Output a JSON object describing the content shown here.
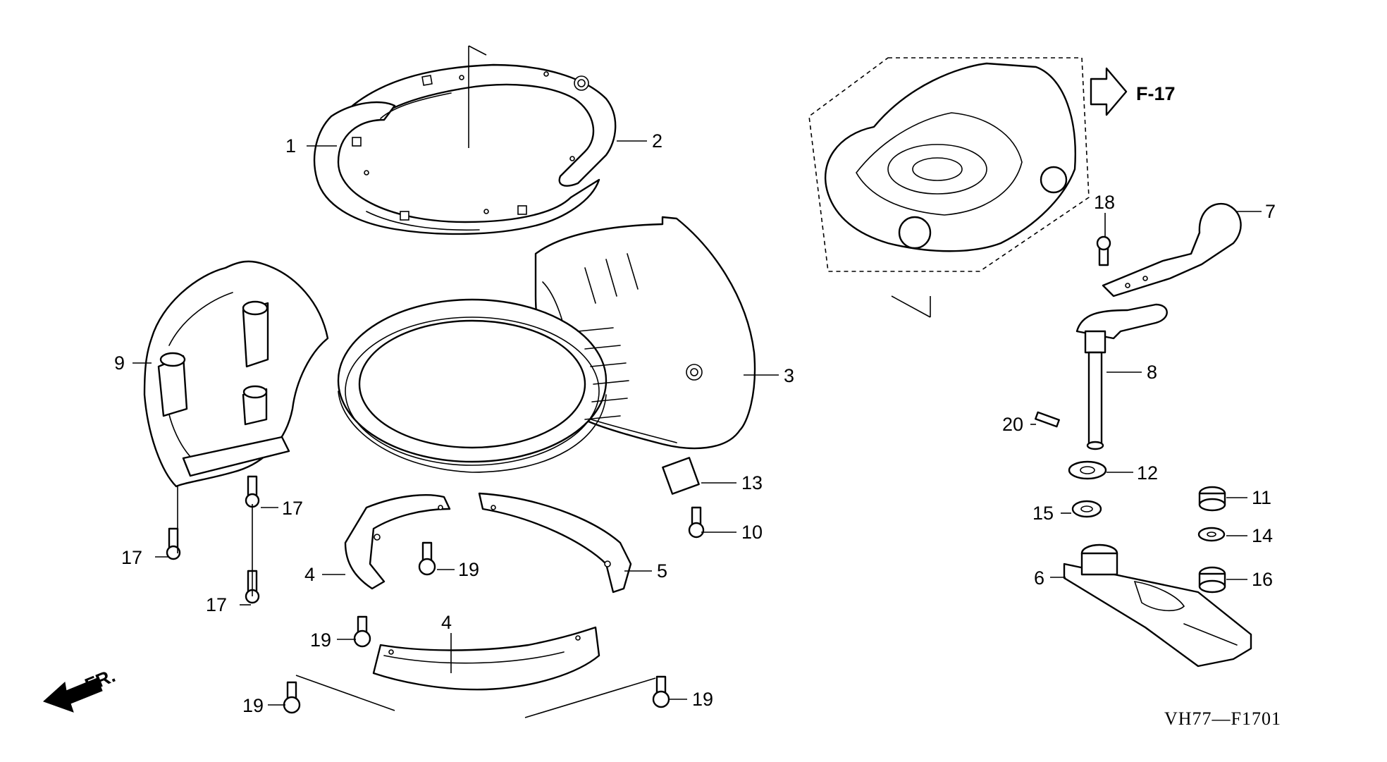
{
  "callouts": {
    "c1": "1",
    "c2": "2",
    "c3": "3",
    "c4a": "4",
    "c4b": "4",
    "c5": "5",
    "c6": "6",
    "c7": "7",
    "c8": "8",
    "c9": "9",
    "c10": "10",
    "c11": "11",
    "c12": "12",
    "c13": "13",
    "c14": "14",
    "c15": "15",
    "c16": "16",
    "c17a": "17",
    "c17b": "17",
    "c17c": "17",
    "c18": "18",
    "c19a": "19",
    "c19b": "19",
    "c19c": "19",
    "c19d": "19",
    "c20": "20"
  },
  "reference": "F-17",
  "front_label": "FR.",
  "diagram_code": "VH77—F1701",
  "icons": {
    "front_arrow": "arrow-left-icon",
    "reference_arrow": "outline-arrow-right-icon"
  }
}
